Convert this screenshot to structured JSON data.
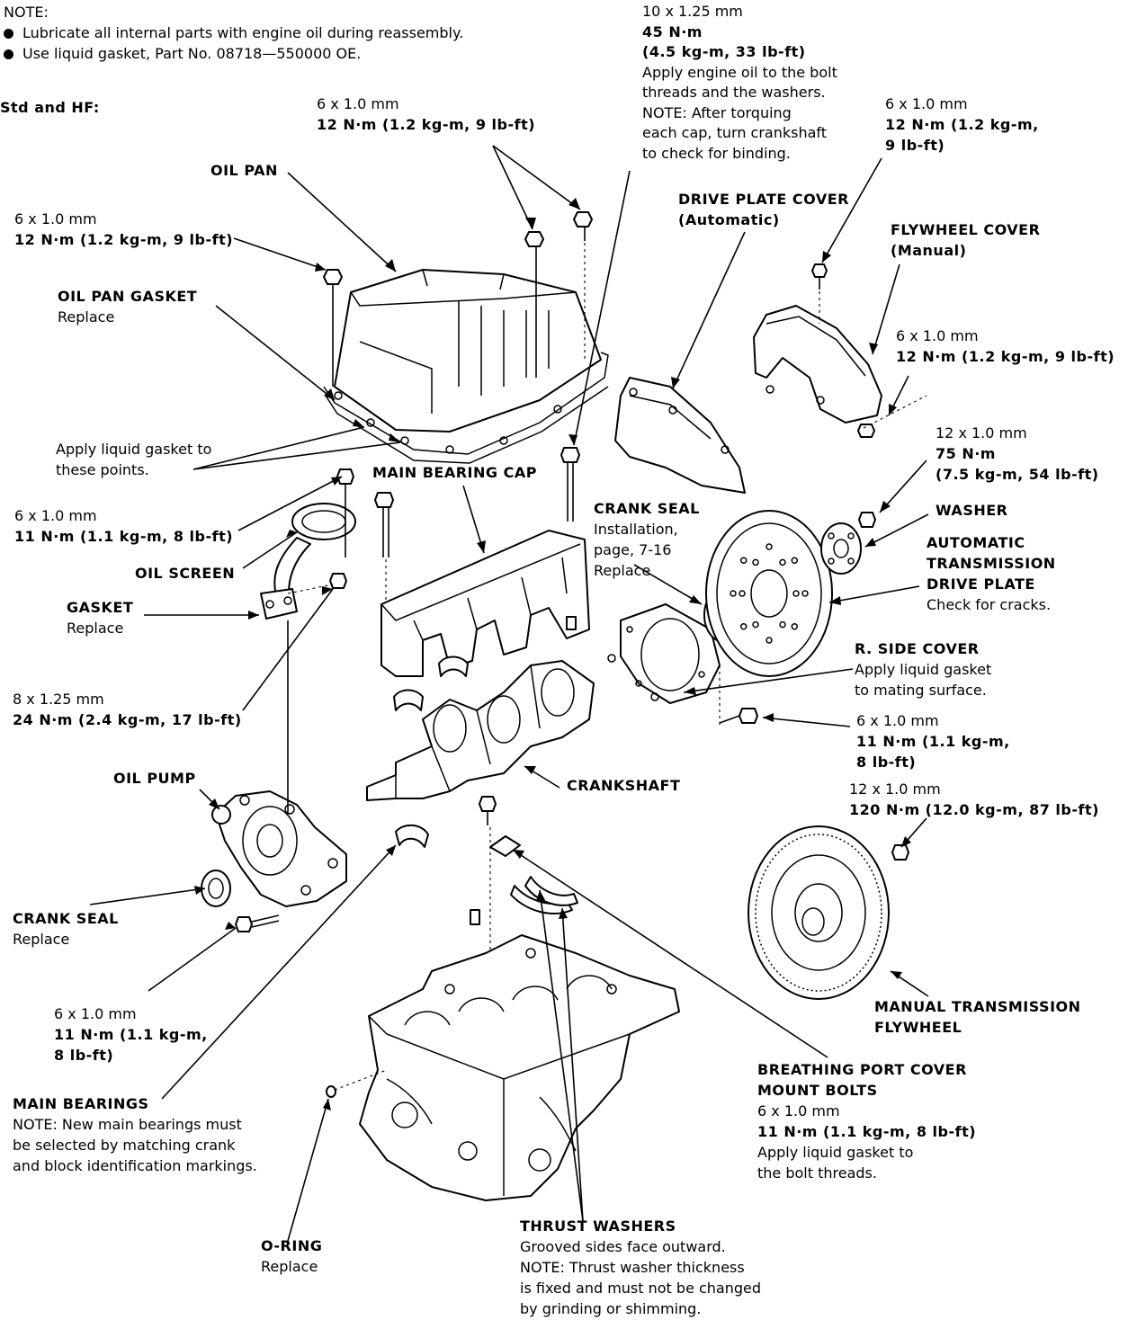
{
  "notes": {
    "heading": "NOTE:",
    "items": [
      "Lubricate all internal parts with engine oil during reassembly.",
      "Use liquid gasket, Part No. 08718—550000 OE."
    ],
    "variant": "Std and HF:"
  },
  "labels": {
    "bolt_pan_top": {
      "spec": "6 x 1.0 mm",
      "torque": "12 N·m (1.2 kg-m, 9 lb-ft)"
    },
    "bolt_cap_top": {
      "spec": "10 x 1.25 mm",
      "torque": "45 N·m",
      "torque2": "(4.5 kg-m, 33 lb-ft)",
      "note1": "Apply engine oil to the bolt",
      "note2": "threads and the washers.",
      "note3": "NOTE: After torquing",
      "note4": "each cap, turn crankshaft",
      "note5": "to check for binding."
    },
    "bolt_flycover_top": {
      "spec": "6 x 1.0 mm",
      "torque": "12 N·m (1.2 kg-m,",
      "torque2": "9 lb-ft)"
    },
    "oil_pan": "OIL PAN",
    "bolt_pan_left": {
      "spec": "6 x 1.0 mm",
      "torque": "12 N·m (1.2 kg-m, 9 lb-ft)"
    },
    "oil_pan_gasket": {
      "name": "OIL PAN GASKET",
      "sub": "Replace"
    },
    "drive_plate_cover": {
      "name": "DRIVE PLATE COVER",
      "sub": "(Automatic)"
    },
    "flywheel_cover": {
      "name": "FLYWHEEL COVER",
      "sub": "(Manual)"
    },
    "bolt_flycover_side": {
      "spec": "6 x 1.0 mm",
      "torque": "12 N·m (1.2 kg-m, 9 lb-ft)"
    },
    "apply_gasket": {
      "line1": "Apply liquid gasket to",
      "line2": "these points."
    },
    "main_bearing_cap": "MAIN BEARING CAP",
    "bolt_dp": {
      "spec": "12 x 1.0 mm",
      "torque": "75 N·m",
      "torque2": "(7.5 kg-m, 54 lb-ft)"
    },
    "crank_seal_right": {
      "name": "CRANK SEAL",
      "line1": "Installation,",
      "line2": "page, 7-16",
      "line3": "Replace"
    },
    "washer": "WASHER",
    "bolt_screen": {
      "spec": "6 x 1.0 mm",
      "torque": "11 N·m (1.1 kg-m, 8 lb-ft)"
    },
    "oil_screen": "OIL SCREEN",
    "gasket": {
      "name": "GASKET",
      "sub": "Replace"
    },
    "drive_plate": {
      "line1": "AUTOMATIC",
      "line2": "TRANSMISSION",
      "line3": "DRIVE PLATE",
      "sub": "Check for cracks."
    },
    "r_side_cover": {
      "name": "R. SIDE COVER",
      "line1": "Apply liquid gasket",
      "line2": "to mating surface."
    },
    "bolt_screen2": {
      "spec": "8 x 1.25 mm",
      "torque": "24 N·m (2.4 kg-m, 17 lb-ft)"
    },
    "bolt_side_cover": {
      "spec": "6 x 1.0 mm",
      "torque": "11 N·m (1.1 kg-m,",
      "torque2": "8 lb-ft)"
    },
    "oil_pump": "OIL PUMP",
    "crankshaft": "CRANKSHAFT",
    "bolt_flywheel": {
      "spec": "12 x 1.0 mm",
      "torque": "120 N·m (12.0 kg-m, 87 lb-ft)"
    },
    "crank_seal_left": {
      "name": "CRANK SEAL",
      "sub": "Replace"
    },
    "bolt_pump": {
      "spec": "6 x 1.0 mm",
      "torque": "11 N·m (1.1 kg-m,",
      "torque2": "8 lb-ft)"
    },
    "flywheel": {
      "line1": "MANUAL TRANSMISSION",
      "line2": "FLYWHEEL"
    },
    "breathing": {
      "line1": "BREATHING PORT COVER",
      "line2": "MOUNT BOLTS",
      "spec": "6 x 1.0 mm",
      "torque": "11 N·m (1.1 kg-m, 8 lb-ft)",
      "note1": "Apply  liquid gasket to",
      "note2": "the bolt threads."
    },
    "main_bearings": {
      "name": "MAIN BEARINGS",
      "note1": "NOTE: New main bearings must",
      "note2": "be selected by matching crank",
      "note3": "and block identification markings."
    },
    "o_ring": {
      "name": "O-RING",
      "sub": "Replace"
    },
    "thrust_washers": {
      "name": "THRUST WASHERS",
      "line1": "Grooved sides face outward.",
      "line2": "NOTE: Thrust washer thickness",
      "line3": "is fixed and must not be changed",
      "line4": "by grinding or shimming."
    }
  }
}
